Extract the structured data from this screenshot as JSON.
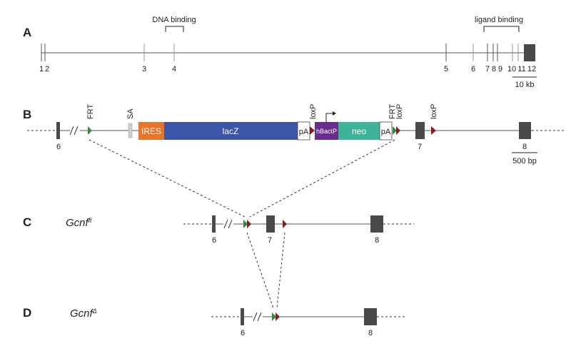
{
  "panels": {
    "a": "A",
    "b": "B",
    "c": "C",
    "d": "D"
  },
  "gene_map": {
    "domain_dna": "DNA binding",
    "domain_ligand": "ligand binding",
    "exon_numbers": [
      "1",
      "2",
      "3",
      "4",
      "5",
      "6",
      "7",
      "8",
      "9",
      "10",
      "11",
      "12"
    ],
    "scale": "10 kb"
  },
  "targeting": {
    "site_frt": "FRT",
    "site_sa": "SA",
    "site_loxp": "loxP",
    "cassette_ires": "IRES",
    "cassette_lacz": "lacZ",
    "cassette_pa": "pA",
    "cassette_promoter": "hBactP",
    "cassette_neo": "neo",
    "exon6": "6",
    "exon7": "7",
    "exon8": "8",
    "scale": "500 bp"
  },
  "alleles": {
    "flox_name": "Gcnf",
    "flox_sup": "fl",
    "flox_exon6": "6",
    "flox_exon7": "7",
    "flox_exon8": "8",
    "del_name": "Gcnf",
    "del_sup": "Δ",
    "del_exon6": "6",
    "del_exon8": "8"
  },
  "colors": {
    "ires": "#e8742a",
    "lacz": "#3c55a6",
    "promoter": "#6a2d8e",
    "neo": "#3fb39a",
    "frt": "#2e8b3e",
    "loxp": "#8b1c1c",
    "exon": "#4a4a4a"
  }
}
